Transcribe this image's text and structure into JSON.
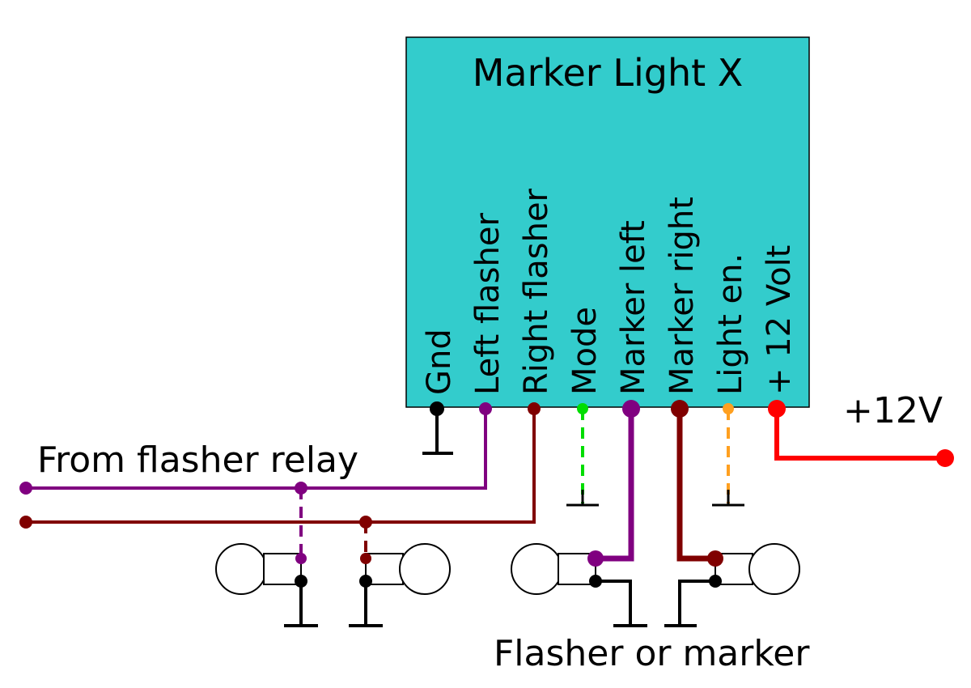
{
  "module": {
    "title": "Marker Light X",
    "fill": "#33CCCC"
  },
  "pins": [
    {
      "id": "gnd",
      "label": "Gnd",
      "color": "#000000"
    },
    {
      "id": "left-flasher",
      "label": "Left flasher",
      "color": "#800080"
    },
    {
      "id": "right-flasher",
      "label": "Right flasher",
      "color": "#800000"
    },
    {
      "id": "mode",
      "label": "Mode",
      "color": "#00DD00"
    },
    {
      "id": "marker-left",
      "label": "Marker left",
      "color": "#800080"
    },
    {
      "id": "marker-right",
      "label": "Marker right",
      "color": "#800000"
    },
    {
      "id": "light-en",
      "label": "Light en.",
      "color": "#FFA020"
    },
    {
      "id": "plus-12-volt",
      "label": "+ 12 Volt",
      "color": "#FF0000"
    }
  ],
  "labels": {
    "supply": "+12V",
    "from_flasher_relay": "From flasher relay",
    "flasher_or_marker": "Flasher or marker"
  },
  "colors": {
    "ground": "#000000",
    "supply": "#FF0000",
    "purple": "#800080",
    "maroon": "#800000"
  }
}
